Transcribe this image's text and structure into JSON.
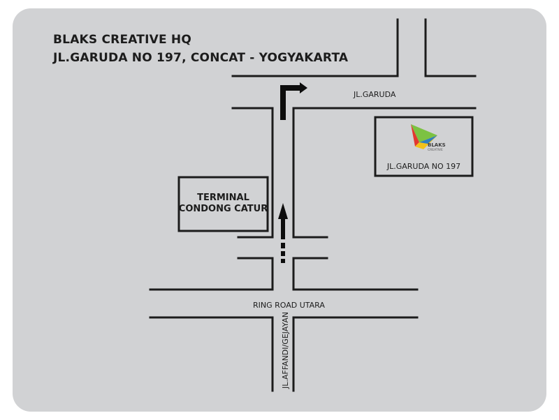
{
  "header": {
    "title": "BLAKS CREATIVE HQ",
    "address": "JL.GARUDA NO 197, CONCAT - YOGYAKARTA"
  },
  "streets": {
    "jl_garuda": "JL.GARUDA",
    "ring_road": "RING ROAD UTARA",
    "jl_affandi": "JL.AFFANDI/GEJAYAN"
  },
  "landmarks": {
    "terminal_line1": "TERMINAL",
    "terminal_line2": "CONDONG CATUR",
    "hq_address": "JL.GARUDA NO 197"
  },
  "logo": {
    "name": "BLAKS",
    "sub": "CREATIVE"
  },
  "colors": {
    "background": "#d1d2d4",
    "road": "#1c1c1c",
    "logo_green": "#7cc242",
    "logo_red": "#e2382f",
    "logo_yellow": "#f2c21b",
    "logo_blue": "#2f7fc1"
  }
}
